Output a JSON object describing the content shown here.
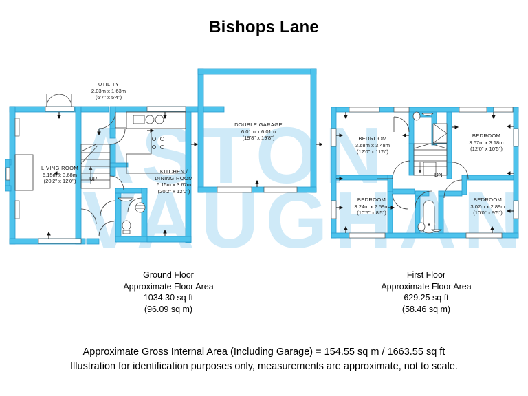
{
  "title": "Bishops Lane",
  "watermark": {
    "line1": "ASTON",
    "line2": "VAUGHAN"
  },
  "ground_floor": {
    "caption": {
      "floor": "Ground Floor",
      "area_label": "Approximate Floor Area",
      "area_sqft": "1034.30 sq ft",
      "area_sqm": "(96.09 sq m)"
    },
    "rooms": [
      {
        "name": "UTILITY",
        "metric": "2.03m x 1.63m",
        "imperial": "(6'7\" x 5'4\")"
      },
      {
        "name": "LIVING ROOM",
        "metric": "6.15m x 3.68m",
        "imperial": "(20'2\" x 12'0\")"
      },
      {
        "name_line1": "KITCHEN /",
        "name_line2": "DINING ROOM",
        "metric": "6.15m x 3.67m",
        "imperial": "(20'2\" x 12'0\")"
      },
      {
        "name": "DOUBLE GARAGE",
        "metric": "6.01m x 6.01m",
        "imperial": "(19'8\" x 19'8\")"
      }
    ],
    "stair_label": "UP"
  },
  "first_floor": {
    "caption": {
      "floor": "First Floor",
      "area_label": "Approximate Floor Area",
      "area_sqft": "629.25 sq ft",
      "area_sqm": "(58.46 sq m)"
    },
    "rooms": [
      {
        "name": "BEDROOM",
        "metric": "3.68m x 3.48m",
        "imperial": "(12'0\" x 11'5\")"
      },
      {
        "name": "BEDROOM",
        "metric": "3.67m x 3.18m",
        "imperial": "(12'0\" x 10'5\")"
      },
      {
        "name": "BEDROOM",
        "metric": "3.24m x 2.59m",
        "imperial": "(10'5\" x 8'5\")"
      },
      {
        "name": "BEDROOM",
        "metric": "3.07m x 2.89m",
        "imperial": "(10'0\" x 9'5\")"
      }
    ],
    "stair_label": "DN"
  },
  "footer": {
    "line1": "Approximate Gross Internal Area (Including Garage) = 154.55 sq m / 1663.55 sq ft",
    "line2": "Illustration for identification purposes only, measurements are approximate, not to scale."
  },
  "colors": {
    "wall_fill": "#4ec3ec",
    "wall_stroke": "#2a9ccd",
    "fixture_stroke": "#3b3b3b",
    "watermark": "#cfeaf8",
    "text": "#000000"
  }
}
